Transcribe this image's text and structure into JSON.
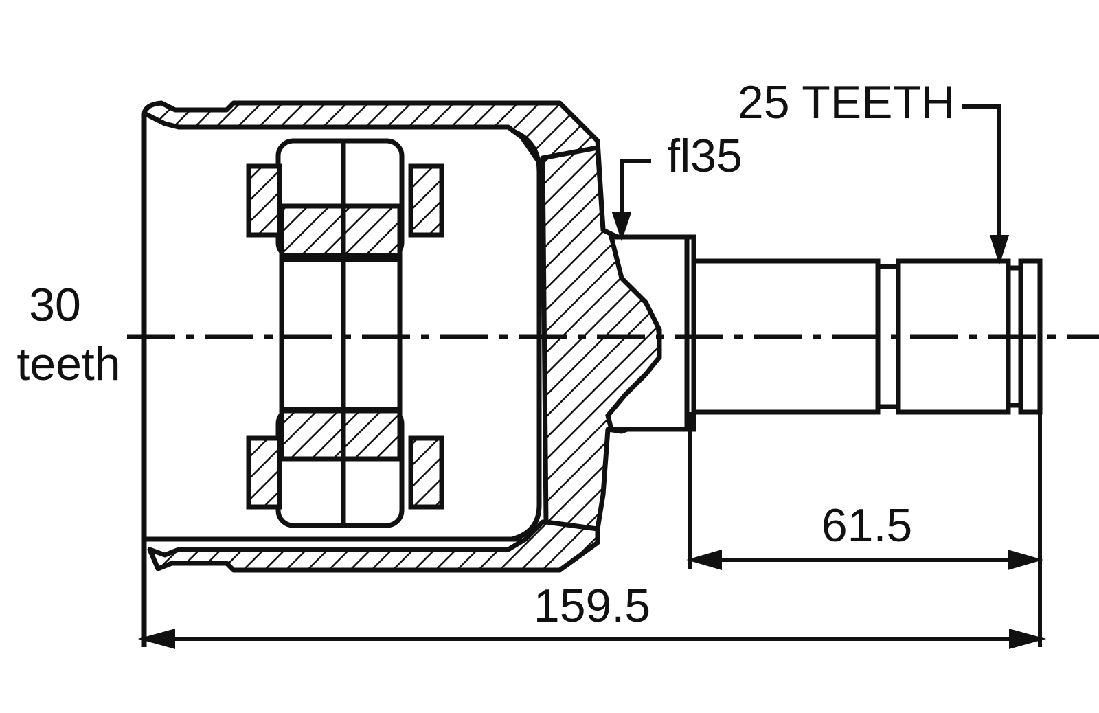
{
  "labels": {
    "splines_left_count": "30",
    "splines_left_unit": "teeth",
    "splines_right": "25 TEETH",
    "seal_diameter": "fl35",
    "length_stub": "61.5",
    "length_total": "159.5"
  },
  "colors": {
    "line": "#111111",
    "background": "#ffffff"
  }
}
